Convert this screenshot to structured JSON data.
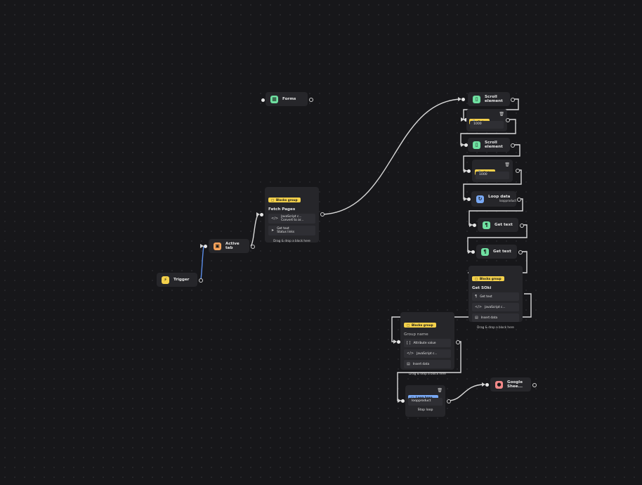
{
  "nodes": {
    "forms": {
      "label": "Forms",
      "icon": "forms-icon"
    },
    "trigger": {
      "label": "Trigger",
      "icon": "bolt-icon"
    },
    "active_tab": {
      "label": "Active tab",
      "icon": "tab-icon"
    },
    "scroll1": {
      "label": "Scroll element",
      "icon": "scroll-icon"
    },
    "delay1": {
      "badge": "Delay",
      "value": "1000"
    },
    "scroll2": {
      "label": "Scroll element",
      "icon": "scroll-icon"
    },
    "delay2": {
      "badge": "Delay",
      "value": "1000"
    },
    "loop_data": {
      "label": "Loop data",
      "sub": "loopproduct",
      "icon": "loop-icon"
    },
    "get_text1": {
      "label": "Get text",
      "icon": "text-icon"
    },
    "get_text2": {
      "label": "Get text",
      "icon": "text-icon"
    },
    "google_sheets": {
      "label": "Google Shee...",
      "icon": "google-icon"
    },
    "loop_breakpoint": {
      "badge": "Loop brea...",
      "value": "loopproduct",
      "button": "Stop loop"
    }
  },
  "groups": {
    "fetch_pages": {
      "badge": "Blocks group",
      "title": "Fetch Pages",
      "items": [
        {
          "icon": "code-icon",
          "line1": "JavaScript c...",
          "line2": "Convert to ar..."
        },
        {
          "icon": "cursor-icon",
          "line1": "Get text",
          "line2": "Status links"
        }
      ],
      "drop": "Drag & drop a block here"
    },
    "get_sku": {
      "badge": "Blocks group",
      "title": "Get SOki",
      "items": [
        {
          "icon": "text-icon",
          "line1": "Get text"
        },
        {
          "icon": "code-icon",
          "line1": "JavaScript c..."
        },
        {
          "icon": "database-icon",
          "line1": "Insert data"
        }
      ],
      "drop": "Drag & drop a block here"
    },
    "group_name": {
      "badge": "Blocks group",
      "title": "Group name",
      "items": [
        {
          "icon": "attribute-icon",
          "line1": "Attribute value"
        },
        {
          "icon": "code-icon",
          "line1": "JavaScript c..."
        },
        {
          "icon": "database-icon",
          "line1": "Insert data"
        }
      ],
      "drop": "Drag & drop a block here"
    }
  }
}
